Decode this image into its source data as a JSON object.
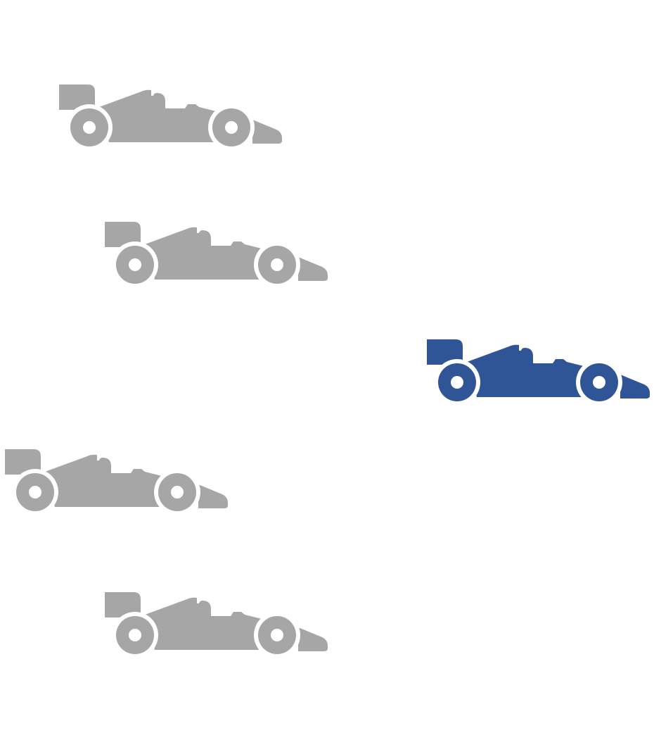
{
  "colors": {
    "inactive": "#a6a6a6",
    "highlight": "#2f5597",
    "background": "#ffffff"
  },
  "cars": [
    {
      "icon": "race-car-icon",
      "state": "inactive"
    },
    {
      "icon": "race-car-icon",
      "state": "inactive"
    },
    {
      "icon": "race-car-icon",
      "state": "highlight"
    },
    {
      "icon": "race-car-icon",
      "state": "inactive"
    },
    {
      "icon": "race-car-icon",
      "state": "inactive"
    }
  ]
}
